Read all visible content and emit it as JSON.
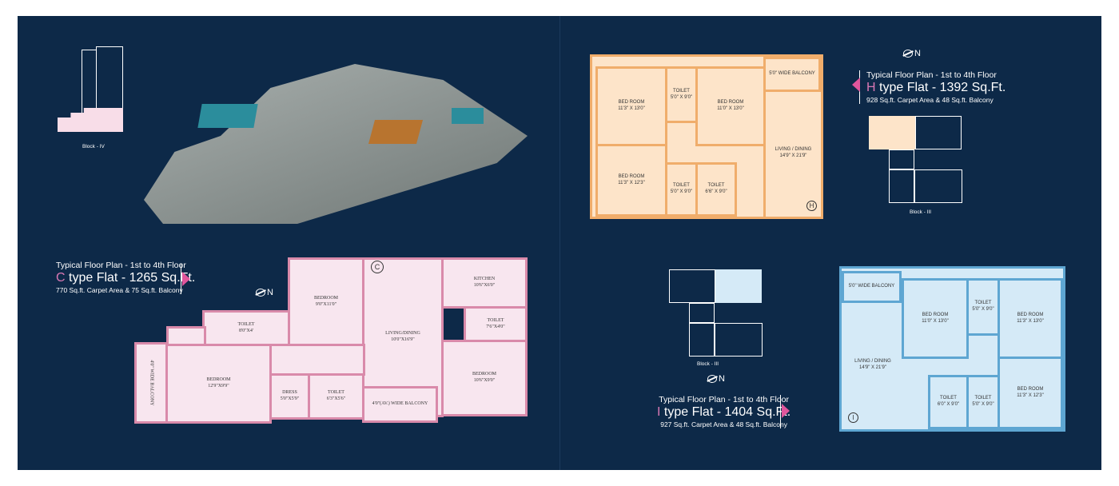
{
  "c_flat": {
    "line1": "Typical Floor Plan - 1st to 4th Floor",
    "type_letter": "C",
    "type_rest": " type Flat - 1265 Sq.Ft.",
    "line3": "770 Sq.ft. Carpet Area & 75 Sq.ft. Balcony",
    "north": "N",
    "entrance": "C",
    "rooms": [
      {
        "name": "BEDROOM",
        "size": "9'0\"X11'0\""
      },
      {
        "name": "LIVING/DINING",
        "size": "10'0\"X16'9\""
      },
      {
        "name": "KITCHEN",
        "size": "10'6\"X6'0\""
      },
      {
        "name": "TOILET",
        "size": "7'6\"X4'0\""
      },
      {
        "name": "BEDROOM",
        "size": "10'6\"X9'0\""
      },
      {
        "name": "TOILET",
        "size": "8'0\"X4'"
      },
      {
        "name": "4'0\" WIDE BALCONY",
        "size": ""
      },
      {
        "name": "BEDROOM",
        "size": "12'9\"X9'9\""
      },
      {
        "name": "DRESS",
        "size": "5'0\"X5'9\""
      },
      {
        "name": "TOILET",
        "size": "6'3\"X5'6\""
      },
      {
        "name": "4'0\"(AV.) WIDE BALCONY",
        "size": ""
      }
    ]
  },
  "block_iv": {
    "label": "Block - IV"
  },
  "h_flat": {
    "line1": "Typical Floor Plan - 1st to 4th Floor",
    "type_letter": "H",
    "type_rest": " type Flat - 1392 Sq.Ft.",
    "line3": "928 Sq.ft. Carpet Area & 48 Sq.ft. Balcony",
    "north": "N",
    "entrance": "H",
    "block": "Block - III",
    "rooms": [
      {
        "name": "BED ROOM",
        "size": "11'3\" X 13'0\""
      },
      {
        "name": "TOILET",
        "size": "5'0\" X 9'0\""
      },
      {
        "name": "BED ROOM",
        "size": "11'0\" X 13'0\""
      },
      {
        "name": "5'0\" WIDE BALCONY",
        "size": ""
      },
      {
        "name": "BED ROOM",
        "size": "11'3\" X 12'3\""
      },
      {
        "name": "TOILET",
        "size": "5'0\" X 9'0\""
      },
      {
        "name": "TOILET",
        "size": "6'6\" X 9'0\""
      },
      {
        "name": "LIVING / DINING",
        "size": "14'9\" X 21'9\""
      }
    ]
  },
  "i_flat": {
    "line1": "Typical Floor Plan - 1st to 4th Floor",
    "type_letter": "I",
    "type_rest": " type Flat - 1404 Sq.Ft.",
    "line3": "927 Sq.ft. Carpet Area & 48 Sq.ft. Balcony",
    "north": "N",
    "entrance": "I",
    "block": "Block - III",
    "rooms": [
      {
        "name": "5'0\" WIDE BALCONY",
        "size": ""
      },
      {
        "name": "BED ROOM",
        "size": "11'0\" X 13'0\""
      },
      {
        "name": "TOILET",
        "size": "5'0\" X 9'0\""
      },
      {
        "name": "BED ROOM",
        "size": "11'3\" X 13'0\""
      },
      {
        "name": "LIVING / DINING",
        "size": "14'9\" X 21'9\""
      },
      {
        "name": "TOILET",
        "size": "6'0\" X 9'0\""
      },
      {
        "name": "TOILET",
        "size": "5'0\" X 9'0\""
      },
      {
        "name": "BED ROOM",
        "size": "11'3\" X 12'3\""
      }
    ]
  }
}
